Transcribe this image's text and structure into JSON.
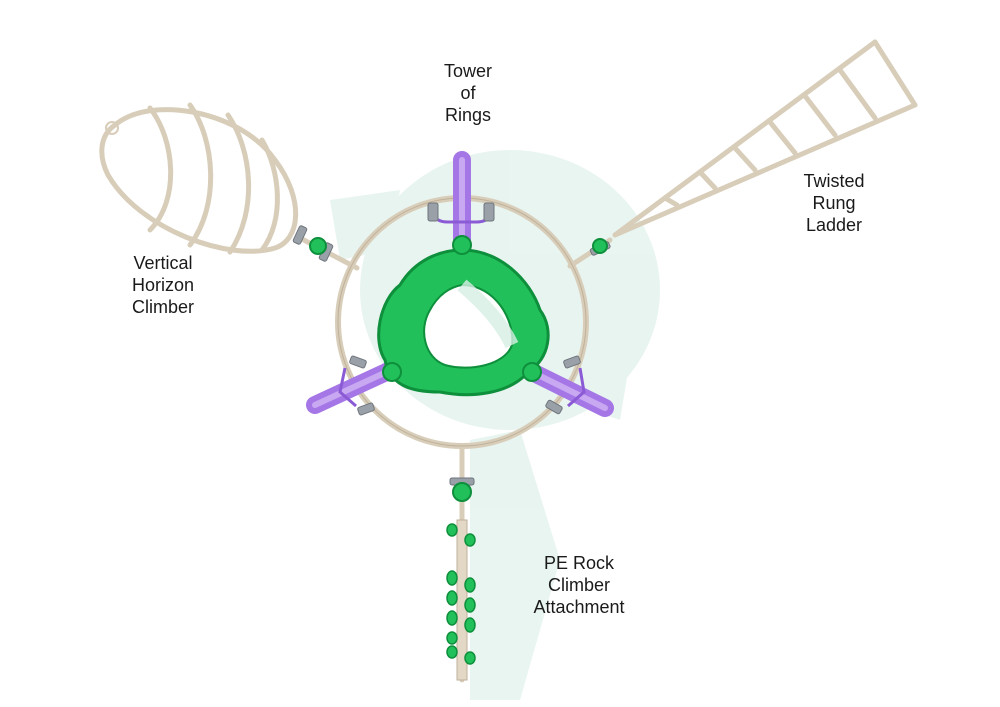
{
  "labels": {
    "tower_of_rings": [
      "Tower",
      "of",
      "Rings"
    ],
    "twisted_rung_ladder": [
      "Twisted",
      "Rung",
      "Ladder"
    ],
    "vertical_horizon_climber": [
      "Vertical",
      "Horizon",
      "Climber"
    ],
    "pe_rock_climber": [
      "PE Rock",
      "Climber",
      "Attachment"
    ]
  },
  "colors": {
    "frame": "#e3d8c6",
    "frame_stroke": "#bfb19a",
    "green": "#22c05a",
    "green_dark": "#0e8f3c",
    "purple": "#a576e6",
    "purple_light": "#c9a8f2",
    "clamp": "#9aa0a8",
    "shadow": "#d6ede6"
  }
}
